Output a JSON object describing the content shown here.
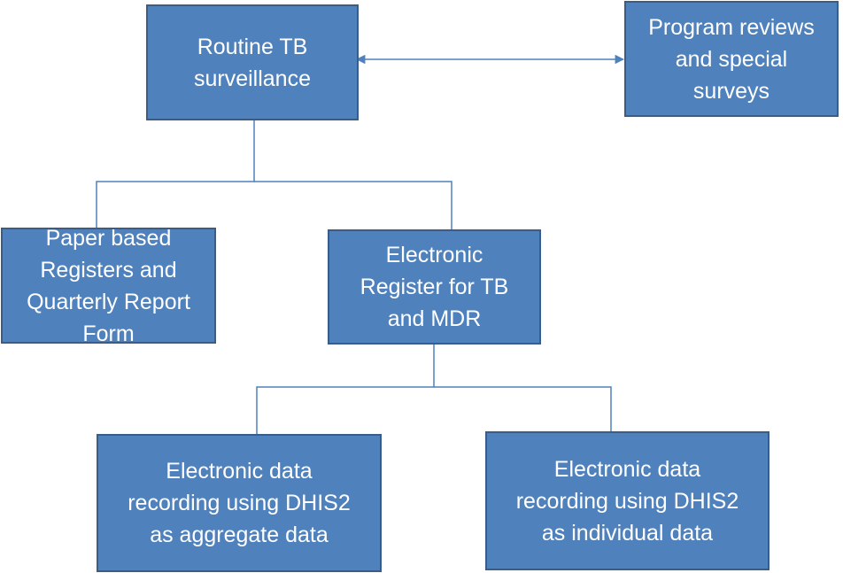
{
  "diagram": {
    "nodes": {
      "routine": "Routine TB\nsurveillance",
      "program": "Program reviews\nand special\nsurveys",
      "paper": "Paper based\nRegisters and\nQuarterly Report\nForm",
      "electronic_register": "Electronic\nRegister for TB\nand MDR",
      "aggregate": "Electronic data\nrecording using DHIS2\nas aggregate data",
      "individual": "Electronic data\nrecording using DHIS2\nas individual data"
    },
    "colors": {
      "box_fill": "#4f81bd",
      "box_border": "#385d8a",
      "connector": "#4f81bd",
      "text": "#ffffff"
    }
  }
}
